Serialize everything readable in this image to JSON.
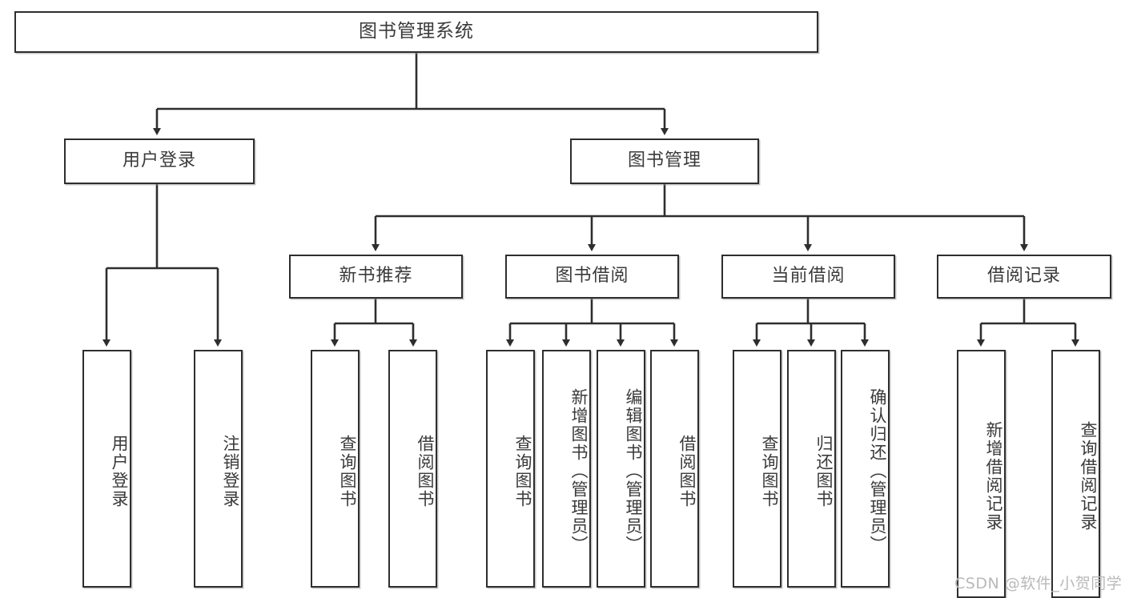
{
  "diagram": {
    "title": "图书管理系统",
    "type": "tree-hierarchy",
    "watermark": "CSDN @软件_小贺同学",
    "colors": {
      "stroke": "#2e2e2e",
      "text": "#3a3a3a",
      "background": "#ffffff",
      "watermark": "#b9b9b9"
    },
    "nodes": {
      "root": {
        "label": "图书管理系统",
        "level": 0,
        "orientation": "horizontal"
      },
      "user_login": {
        "label": "用户登录",
        "level": 1,
        "orientation": "horizontal"
      },
      "book_manage": {
        "label": "图书管理",
        "level": 1,
        "orientation": "horizontal"
      },
      "new_book_rec": {
        "label": "新书推荐",
        "level": 2,
        "orientation": "horizontal"
      },
      "book_borrow": {
        "label": "图书借阅",
        "level": 2,
        "orientation": "horizontal"
      },
      "current_borrow": {
        "label": "当前借阅",
        "level": 2,
        "orientation": "horizontal"
      },
      "borrow_record": {
        "label": "借阅记录",
        "level": 2,
        "orientation": "horizontal"
      },
      "leaf_user_login": {
        "label": "用户登录",
        "level": 2,
        "orientation": "vertical"
      },
      "leaf_logout": {
        "label": "注销登录",
        "level": 2,
        "orientation": "vertical"
      },
      "leaf_query_book_1": {
        "label": "查询图书",
        "level": 3,
        "orientation": "vertical"
      },
      "leaf_borrow_book_1": {
        "label": "借阅图书",
        "level": 3,
        "orientation": "vertical"
      },
      "leaf_query_book_2": {
        "label": "查询图书",
        "level": 3,
        "orientation": "vertical"
      },
      "leaf_add_book": {
        "label": "新增图书（管理员）",
        "level": 3,
        "orientation": "vertical"
      },
      "leaf_edit_book": {
        "label": "编辑图书（管理员）",
        "level": 3,
        "orientation": "vertical"
      },
      "leaf_borrow_book_2": {
        "label": "借阅图书",
        "level": 3,
        "orientation": "vertical"
      },
      "leaf_query_book_3": {
        "label": "查询图书",
        "level": 3,
        "orientation": "vertical"
      },
      "leaf_return_book": {
        "label": "归还图书",
        "level": 3,
        "orientation": "vertical"
      },
      "leaf_confirm_return": {
        "label": "确认归还（管理员）",
        "level": 3,
        "orientation": "vertical"
      },
      "leaf_add_record": {
        "label": "新增借阅记录",
        "level": 3,
        "orientation": "vertical"
      },
      "leaf_query_record": {
        "label": "查询借阅记录",
        "level": 3,
        "orientation": "vertical"
      }
    },
    "edges": [
      {
        "from": "root",
        "to": "user_login"
      },
      {
        "from": "root",
        "to": "book_manage"
      },
      {
        "from": "user_login",
        "to": "leaf_user_login"
      },
      {
        "from": "user_login",
        "to": "leaf_logout"
      },
      {
        "from": "book_manage",
        "to": "new_book_rec"
      },
      {
        "from": "book_manage",
        "to": "book_borrow"
      },
      {
        "from": "book_manage",
        "to": "current_borrow"
      },
      {
        "from": "book_manage",
        "to": "borrow_record"
      },
      {
        "from": "new_book_rec",
        "to": "leaf_query_book_1"
      },
      {
        "from": "new_book_rec",
        "to": "leaf_borrow_book_1"
      },
      {
        "from": "book_borrow",
        "to": "leaf_query_book_2"
      },
      {
        "from": "book_borrow",
        "to": "leaf_add_book"
      },
      {
        "from": "book_borrow",
        "to": "leaf_edit_book"
      },
      {
        "from": "book_borrow",
        "to": "leaf_borrow_book_2"
      },
      {
        "from": "current_borrow",
        "to": "leaf_query_book_3"
      },
      {
        "from": "current_borrow",
        "to": "leaf_return_book"
      },
      {
        "from": "current_borrow",
        "to": "leaf_confirm_return"
      },
      {
        "from": "borrow_record",
        "to": "leaf_add_record"
      },
      {
        "from": "borrow_record",
        "to": "leaf_query_record"
      }
    ]
  }
}
